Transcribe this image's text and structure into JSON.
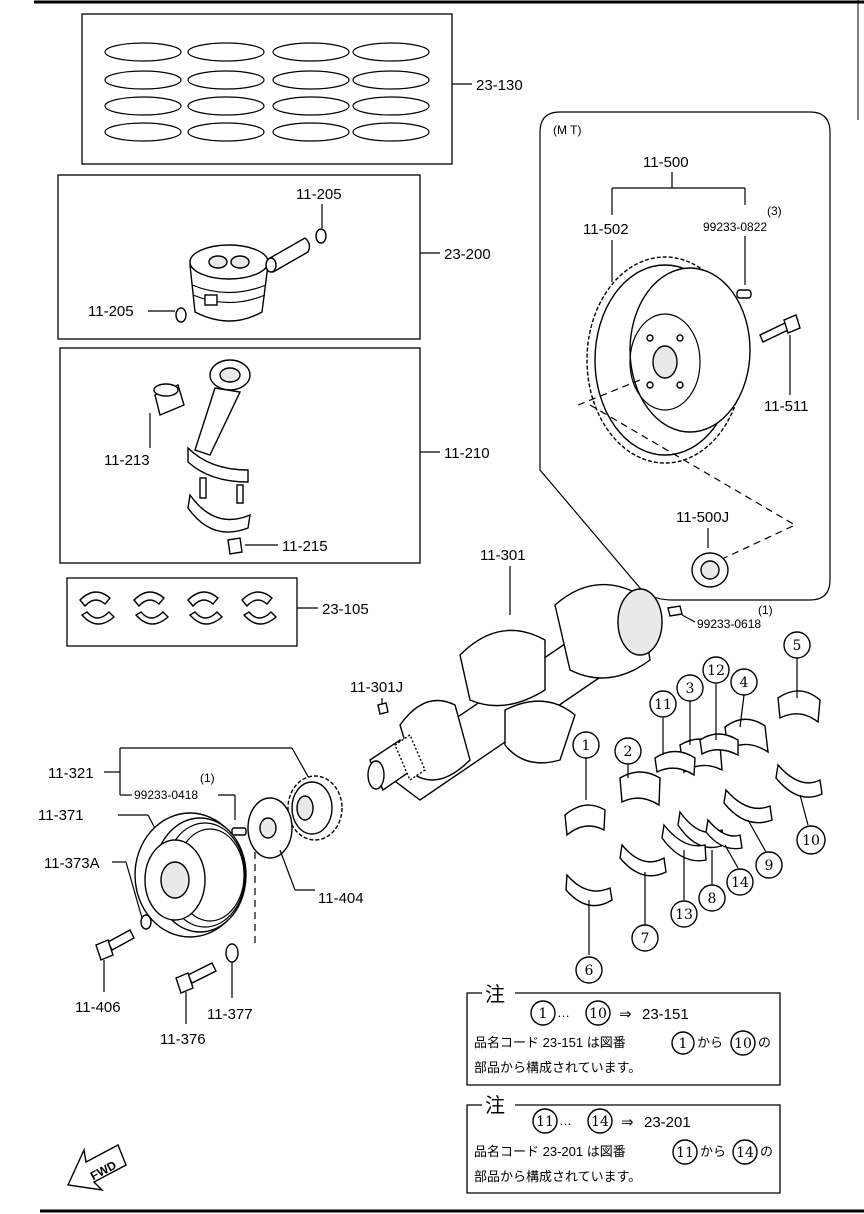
{
  "callouts": {
    "piston_rings": "23-130",
    "piston": "23-200",
    "piston_pin_clip_top": "11-205",
    "piston_pin_clip_left": "11-205",
    "connecting_rod": "11-210",
    "rod_bushing": "11-213",
    "rod_nut": "11-215",
    "rod_bearings": "23-105",
    "mt_label": "(M T)",
    "flywheel": "11-500",
    "ring_gear": "11-502",
    "dowel_pin_flywheel": "99233-0822",
    "dowel_qty_flywheel": "(3)",
    "flywheel_bolt": "11-511",
    "pilot_bearing": "11-500J",
    "crankshaft": "11-301",
    "crank_pin": "99233-0618",
    "crank_pin_qty": "(1)",
    "crank_key": "11-301J",
    "timing_gear": "11-321",
    "gear_pin": "99233-0418",
    "gear_pin_qty": "(1)",
    "pulley": "11-371",
    "pulley_washer": "11-373A",
    "pulley_plate": "11-404",
    "pulley_bolt": "11-406",
    "bolt_376": "11-376",
    "washer_377": "11-377"
  },
  "bearing_numbers": [
    "1",
    "2",
    "3",
    "4",
    "5",
    "6",
    "7",
    "8",
    "9",
    "10",
    "11",
    "12",
    "13",
    "14"
  ],
  "notes": [
    {
      "title": "注",
      "range_start": "1",
      "ellipsis": "…",
      "arrow": "⇒",
      "target": "23-151",
      "line1_a": "品名コード 23-151 は図番",
      "line1_b": "から",
      "line1_c": "の",
      "line2": "部品から構成されています。"
    },
    {
      "title": "注",
      "range_start": "11",
      "ellipsis": "…",
      "arrow": "⇒",
      "target": "23-201",
      "line1_a": "品名コード 23-201 は図番",
      "line1_b": "から",
      "line1_c": "の",
      "line2": "部品から構成されています。"
    }
  ],
  "note_range_end": [
    "10",
    "14"
  ],
  "fwd_label": "FWD"
}
